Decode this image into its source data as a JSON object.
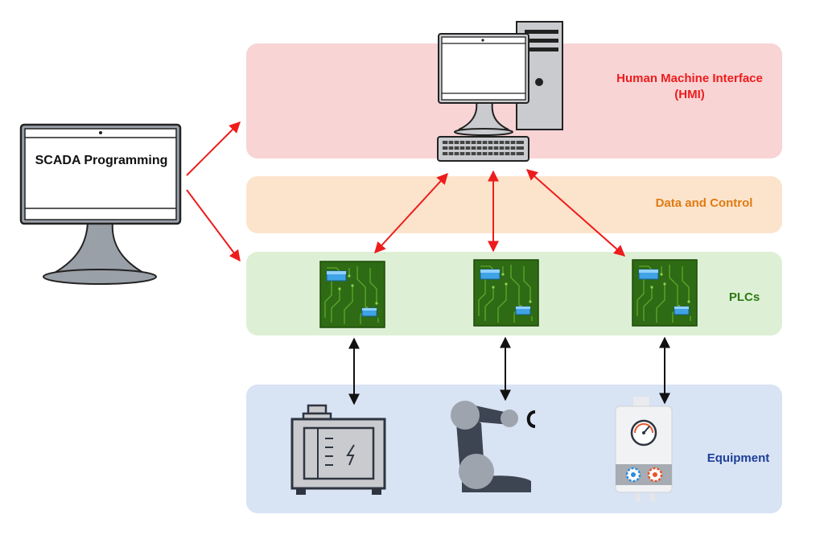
{
  "scada": {
    "label": "SCADA Programming"
  },
  "layers": {
    "hmi": "Human Machine Interface (HMI)",
    "data_control": "Data and Control",
    "plcs": "PLCs",
    "equipment": "Equipment"
  },
  "colors": {
    "hmi": "#ee1c1c",
    "data_control": "#e07a12",
    "plcs": "#2e7a12",
    "equipment": "#1e3f98",
    "link_red": "#ee1c1c",
    "link_black": "#111111"
  },
  "icons": [
    "monitor-icon",
    "desktop-computer-icon",
    "keyboard-icon",
    "plc-board-icon",
    "industrial-machine-icon",
    "robot-arm-icon",
    "boiler-icon"
  ]
}
